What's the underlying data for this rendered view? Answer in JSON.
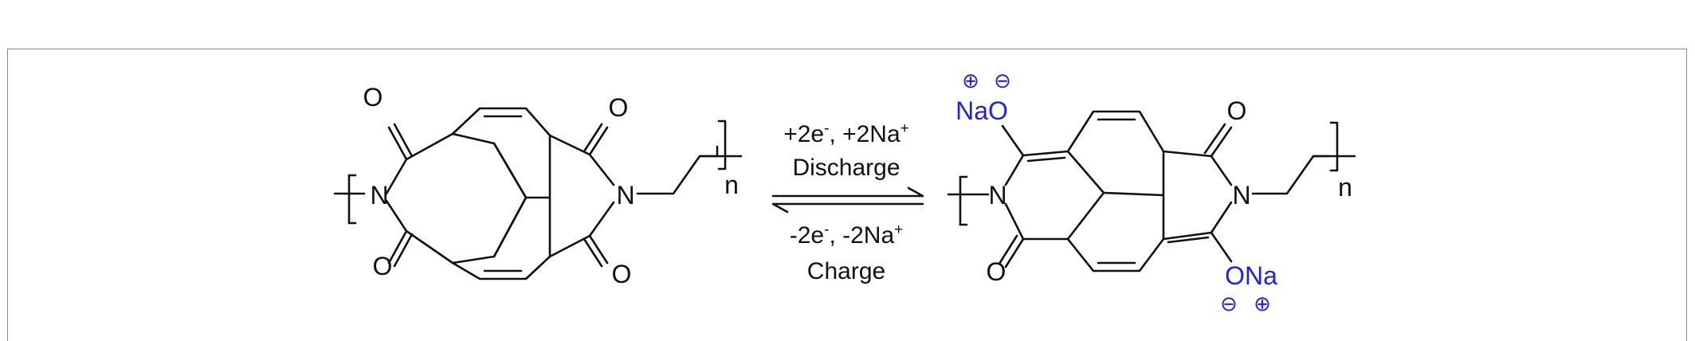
{
  "reaction": {
    "forward_conditions": {
      "line1": "+2e",
      "line1_sup1": "-",
      "line1_mid": ", +2Na",
      "line1_sup2": "+",
      "line2": "Discharge"
    },
    "reverse_conditions": {
      "line1": "-2e",
      "line1_sup1": "-",
      "line1_mid": ", -2Na",
      "line1_sup2": "+",
      "line2": "Charge"
    }
  },
  "reactant": {
    "atoms": {
      "o_top_left": "O",
      "o_top_right": "O",
      "o_bottom_left": "O",
      "o_bottom_right": "O",
      "n_left": "N",
      "n_right": "N",
      "repeat": "n"
    }
  },
  "product": {
    "atoms": {
      "nao_top": "NaO",
      "o_top_right": "O",
      "o_bottom_left": "O",
      "ona_bottom": "ONa",
      "n_left": "N",
      "n_right": "N",
      "repeat": "n"
    },
    "charges": {
      "top_plus": "⊕",
      "top_minus": "⊖",
      "bottom_minus": "⊖",
      "bottom_plus": "⊕"
    }
  },
  "colors": {
    "sodium_label": "#2222dd",
    "bonds": "#111111",
    "frame": "#8a8a8a"
  }
}
